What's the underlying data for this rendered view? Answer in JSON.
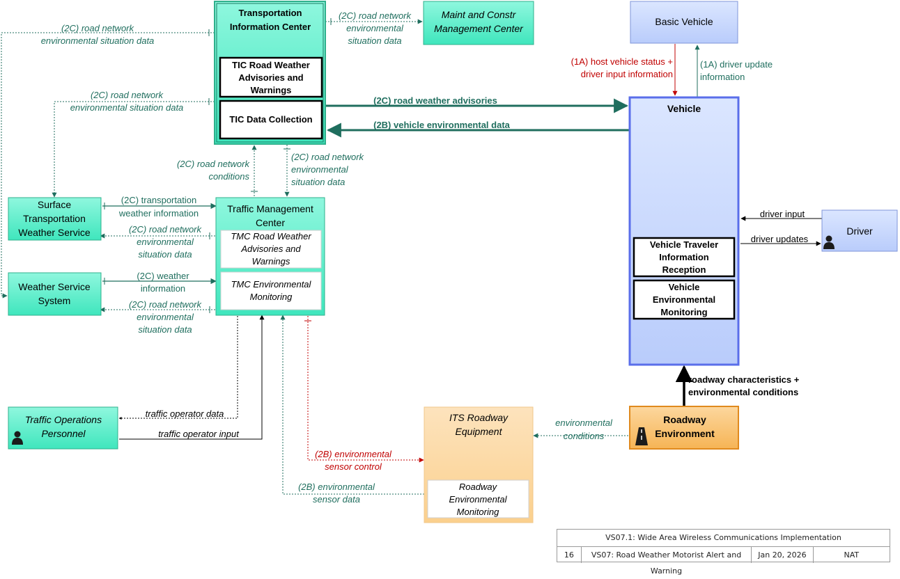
{
  "colors": {
    "green_flow": "#1f6e5e",
    "red_flow": "#c00000",
    "black_flow": "#000000",
    "green_box": "#5ff0cc",
    "blue_box": "#c8d8ff",
    "vehicle_border": "#5a6eea",
    "orange_box": "#fcd69c"
  },
  "entities": {
    "tic": {
      "title_line1": "Transportation",
      "title_line2": "Information Center"
    },
    "tic_rwa": {
      "line1": "TIC Road Weather",
      "line2": "Advisories and",
      "line3": "Warnings"
    },
    "tic_dc": {
      "label": "TIC Data Collection"
    },
    "maint": {
      "line1": "Maint and Constr",
      "line2": "Management Center"
    },
    "basic_vehicle": {
      "label": "Basic Vehicle"
    },
    "vehicle": {
      "title": "Vehicle"
    },
    "vtir": {
      "line1": "Vehicle Traveler",
      "line2": "Information",
      "line3": "Reception"
    },
    "vem": {
      "line1": "Vehicle",
      "line2": "Environmental",
      "line3": "Monitoring"
    },
    "driver": {
      "label": "Driver",
      "icon": "person-icon"
    },
    "stws": {
      "line1": "Surface",
      "line2": "Transportation",
      "line3": "Weather Service"
    },
    "wss": {
      "line1": "Weather Service",
      "line2": "System"
    },
    "tmc": {
      "line1": "Traffic Management",
      "line2": "Center"
    },
    "tmc_rwa": {
      "line1": "TMC Road Weather",
      "line2": "Advisories and",
      "line3": "Warnings"
    },
    "tmc_em": {
      "line1": "TMC Environmental",
      "line2": "Monitoring"
    },
    "top": {
      "line1": "Traffic Operations",
      "line2": "Personnel",
      "icon": "person-icon"
    },
    "its": {
      "line1": "ITS Roadway",
      "line2": "Equipment"
    },
    "rem": {
      "line1": "Roadway",
      "line2": "Environmental",
      "line3": "Monitoring"
    },
    "roadenv": {
      "line1": "Roadway",
      "line2": "Environment",
      "icon": "road-icon"
    }
  },
  "flows": {
    "tic_maint": {
      "line1": "(2C) road network",
      "line2": "environmental",
      "line3": "situation data"
    },
    "tic_wss": {
      "line1": "(2C) road network",
      "line2": "environmental situation data"
    },
    "tic_stws": {
      "line1": "(2C) road network",
      "line2": "environmental situation data"
    },
    "rwa": {
      "label": "(2C) road weather advisories"
    },
    "ved": {
      "label": "(2B) vehicle environmental data"
    },
    "host_status": {
      "line1": "(1A) host vehicle status +",
      "line2": "driver input information"
    },
    "driver_update": {
      "line1": "(1A) driver update",
      "line2": "information"
    },
    "tmc_tic_cond": {
      "line1": "(2C) road network",
      "line2": "conditions"
    },
    "tic_tmc_env": {
      "line1": "(2C) road network",
      "line2": "environmental",
      "line3": "situation data"
    },
    "stws_tmc": {
      "line1": "(2C) transportation",
      "line2": "weather information"
    },
    "tmc_stws": {
      "line1": "(2C) road network",
      "line2": "environmental",
      "line3": "situation data"
    },
    "wss_tmc": {
      "line1": "(2C) weather",
      "line2": "information"
    },
    "tmc_wss": {
      "line1": "(2C) road network",
      "line2": "environmental",
      "line3": "situation data"
    },
    "driver_input": {
      "label": "driver input"
    },
    "driver_updates": {
      "label": "driver updates"
    },
    "roadway_chars": {
      "line1": "roadway characteristics +",
      "line2": "environmental conditions"
    },
    "env_conditions": {
      "line1": "environmental",
      "line2": "conditions"
    },
    "op_data": {
      "label": "traffic operator data"
    },
    "op_input": {
      "label": "traffic operator input"
    },
    "sensor_control": {
      "line1": "(2B) environmental",
      "line2": "sensor control"
    },
    "sensor_data": {
      "line1": "(2B) environmental",
      "line2": "sensor data"
    }
  },
  "footer": {
    "title": "VS07.1: Wide Area Wireless Communications Implementation",
    "number": "16",
    "service": "VS07: Road Weather Motorist Alert and Warning",
    "date": "Jan 20, 2026",
    "scope": "NAT"
  }
}
